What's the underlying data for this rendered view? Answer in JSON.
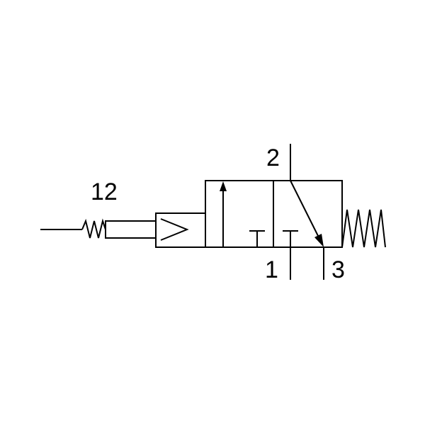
{
  "diagram": {
    "ports": {
      "pilot": "12",
      "outlet": "2",
      "inlet": "1",
      "exhaust": "3"
    },
    "colors": {
      "stroke": "#000000",
      "background": "#ffffff"
    }
  }
}
